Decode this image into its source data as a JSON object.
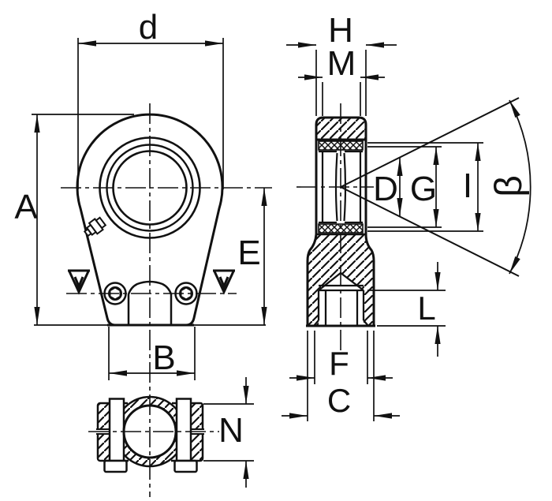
{
  "drawing": {
    "kind": "technical-drawing",
    "colors": {
      "ink": "#111111",
      "paper": "#ffffff"
    },
    "labels": {
      "front": {
        "head_diameter": "d",
        "overall_height": "A",
        "center_height": "E",
        "base_width": "B"
      },
      "side": {
        "head_width": "H",
        "ring_width": "M",
        "ball_diameter": "D",
        "groove_diameter": "G",
        "outer_diameter": "I",
        "tilt_angle": "β",
        "thread_length": "L",
        "thread_size": "F",
        "shank_width": "C"
      },
      "bottom": {
        "clamp_height": "N"
      }
    }
  }
}
